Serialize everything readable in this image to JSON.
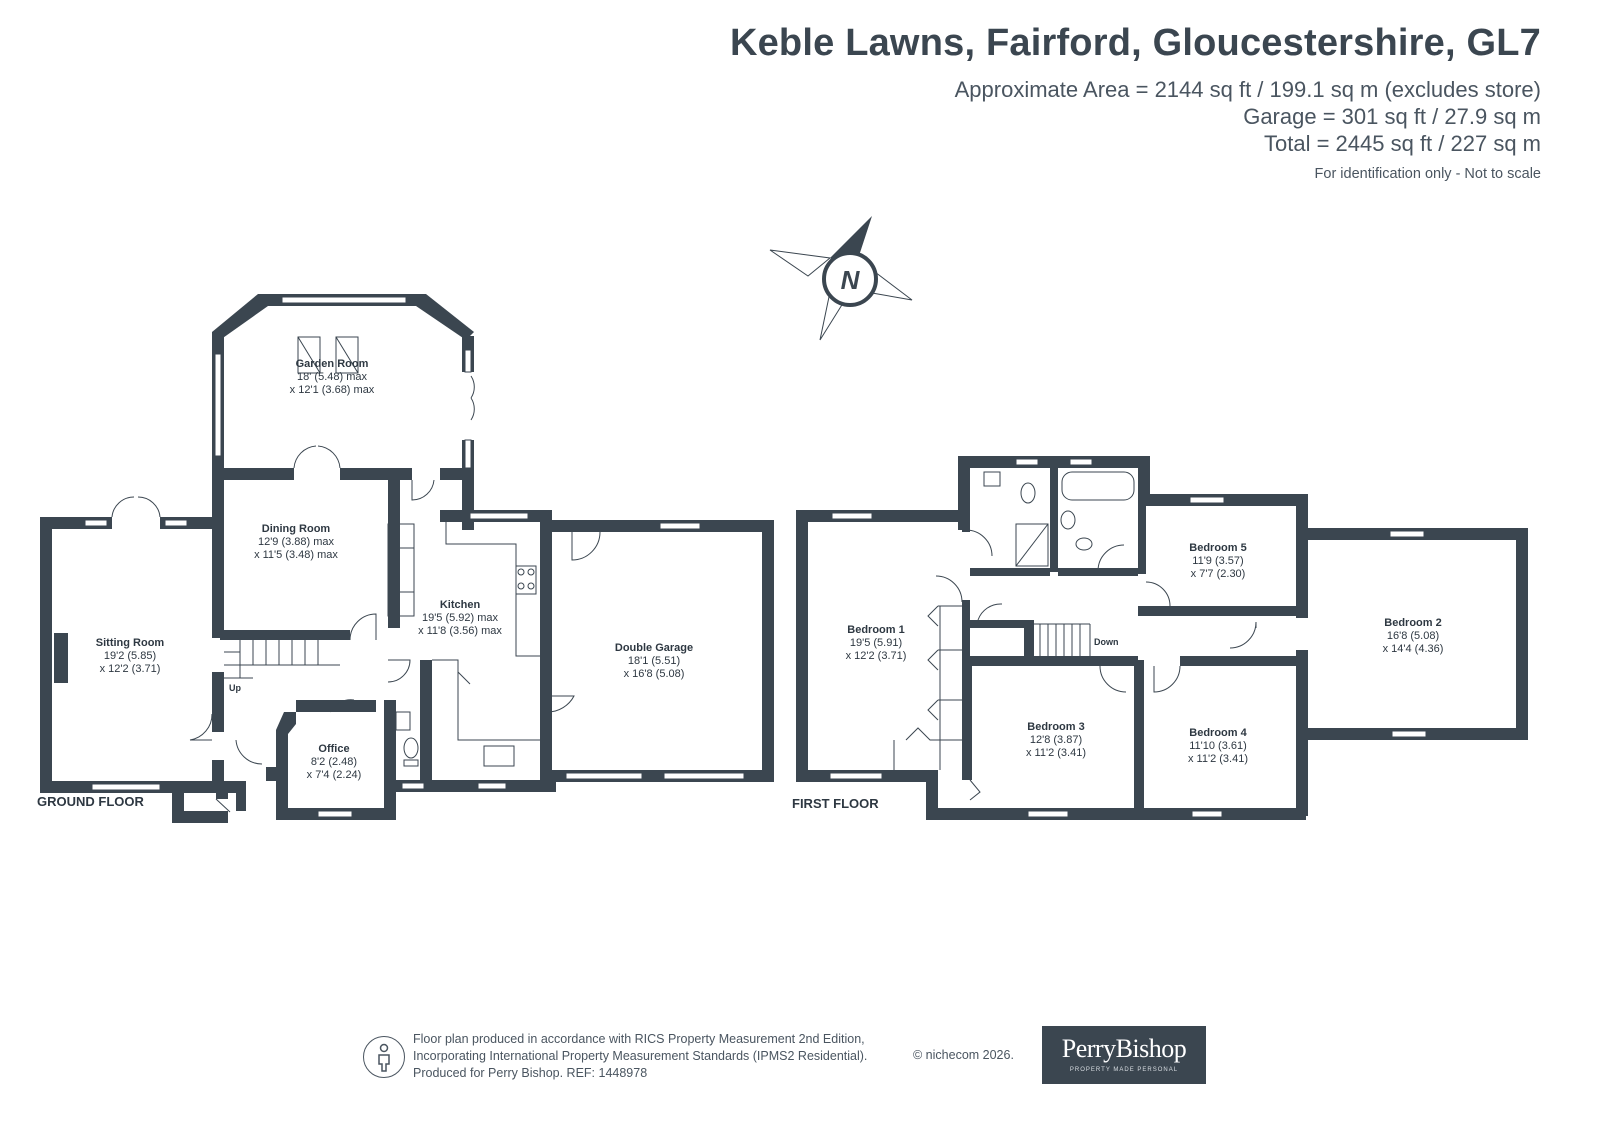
{
  "header": {
    "title": "Keble Lawns, Fairford, Gloucestershire, GL7",
    "area_line": "Approximate Area = 2144 sq ft / 199.1 sq m (excludes store)",
    "garage_line": "Garage = 301 sq ft / 27.9 sq m",
    "total_line": "Total = 2445 sq ft / 227 sq m",
    "disclaimer": "For identification only - Not to scale"
  },
  "compass": {
    "label": "N"
  },
  "floors": {
    "ground": "GROUND FLOOR",
    "first": "FIRST FLOOR"
  },
  "ground_rooms": {
    "garden": {
      "name": "Garden Room",
      "dim1": "18' (5.48) max",
      "dim2": "x 12'1 (3.68) max"
    },
    "dining": {
      "name": "Dining Room",
      "dim1": "12'9 (3.88) max",
      "dim2": "x 11'5 (3.48) max"
    },
    "sitting": {
      "name": "Sitting Room",
      "dim1": "19'2 (5.85)",
      "dim2": "x 12'2 (3.71)"
    },
    "kitchen": {
      "name": "Kitchen",
      "dim1": "19'5 (5.92) max",
      "dim2": "x 11'8 (3.56) max"
    },
    "office": {
      "name": "Office",
      "dim1": "8'2 (2.48)",
      "dim2": "x 7'4 (2.24)"
    },
    "garage": {
      "name": "Double Garage",
      "dim1": "18'1 (5.51)",
      "dim2": "x 16'8 (5.08)"
    },
    "stairs": "Up"
  },
  "first_rooms": {
    "bed1": {
      "name": "Bedroom 1",
      "dim1": "19'5 (5.91)",
      "dim2": "x 12'2 (3.71)"
    },
    "bed2": {
      "name": "Bedroom 2",
      "dim1": "16'8 (5.08)",
      "dim2": "x 14'4 (4.36)"
    },
    "bed3": {
      "name": "Bedroom 3",
      "dim1": "12'8 (3.87)",
      "dim2": "x 11'2 (3.41)"
    },
    "bed4": {
      "name": "Bedroom 4",
      "dim1": "11'10 (3.61)",
      "dim2": "x 11'2 (3.41)"
    },
    "bed5": {
      "name": "Bedroom 5",
      "dim1": "11'9 (3.57)",
      "dim2": "x 7'7 (2.30)"
    },
    "stairs": "Down"
  },
  "footer": {
    "line1": "Floor plan produced in accordance with RICS Property Measurement 2nd Edition,",
    "line2": "Incorporating International Property Measurement Standards (IPMS2 Residential).",
    "line3": "Produced for Perry Bishop.   REF: 1448978",
    "copyright": "© nichecom 2026."
  },
  "logo": {
    "name": "PerryBishop",
    "tagline": "PROPERTY MADE PERSONAL"
  },
  "colors": {
    "wall": "#3b4650",
    "text": "#3b4650",
    "background": "#ffffff"
  }
}
